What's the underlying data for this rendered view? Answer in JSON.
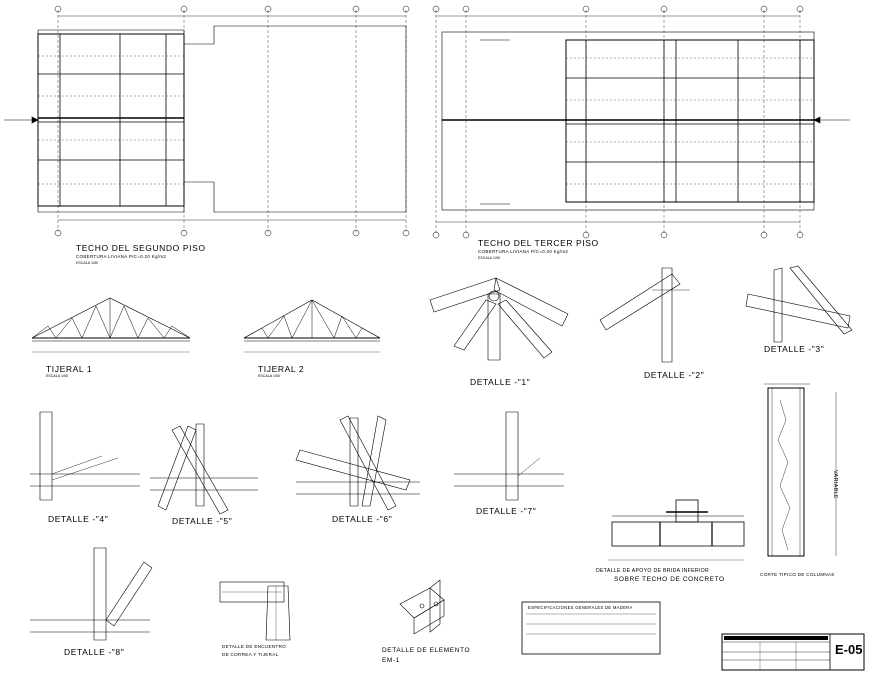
{
  "plans": {
    "second_floor": {
      "title": "TECHO DEL SEGUNDO PISO",
      "subtitle": "COBERTURA LIVIANA P/C=0.20 Kg/m2",
      "scale": "ESCALA 1/50"
    },
    "third_floor": {
      "title": "TECHO DEL TERCER PISO",
      "subtitle": "COBERTURA LIVIANA P/C=0.20 Kg/m2",
      "scale": "ESCALA 1/50"
    }
  },
  "trusses": [
    {
      "title": "TIJERAL  1",
      "scale": "ESCALA 1/50"
    },
    {
      "title": "TIJERAL  2",
      "scale": "ESCALA 1/50"
    }
  ],
  "details": {
    "d1": "DETALLE  -\"1\"",
    "d2": "DETALLE  -\"2\"",
    "d3": "DETALLE  -\"3\"",
    "d4": "DETALLE  -\"4\"",
    "d5": "DETALLE  -\"5\"",
    "d6": "DETALLE  -\"6\"",
    "d7": "DETALLE  -\"7\"",
    "d8": "DETALLE  -\"8\""
  },
  "support": {
    "title_line1": "DETALLE DE APOYO DE BRIDA INFERIOR",
    "title_line2": "SOBRE TECHO DE CONCRETO",
    "column_label": "VARIABLE"
  },
  "sections": {
    "column": "CORTE TIPICO DE COLUMNAS",
    "ridge_line1": "DETALLE DE ENCUENTRO",
    "ridge_line2": "DE CORREA Y TIJERAL",
    "element_line1": "DETALLE DE ELEMENTO",
    "element_line2": "EM-1"
  },
  "specs": {
    "title": "ESPECIFICACIONES GENERALES DE MADERA"
  },
  "title_block": {
    "sheet": "E-05"
  }
}
